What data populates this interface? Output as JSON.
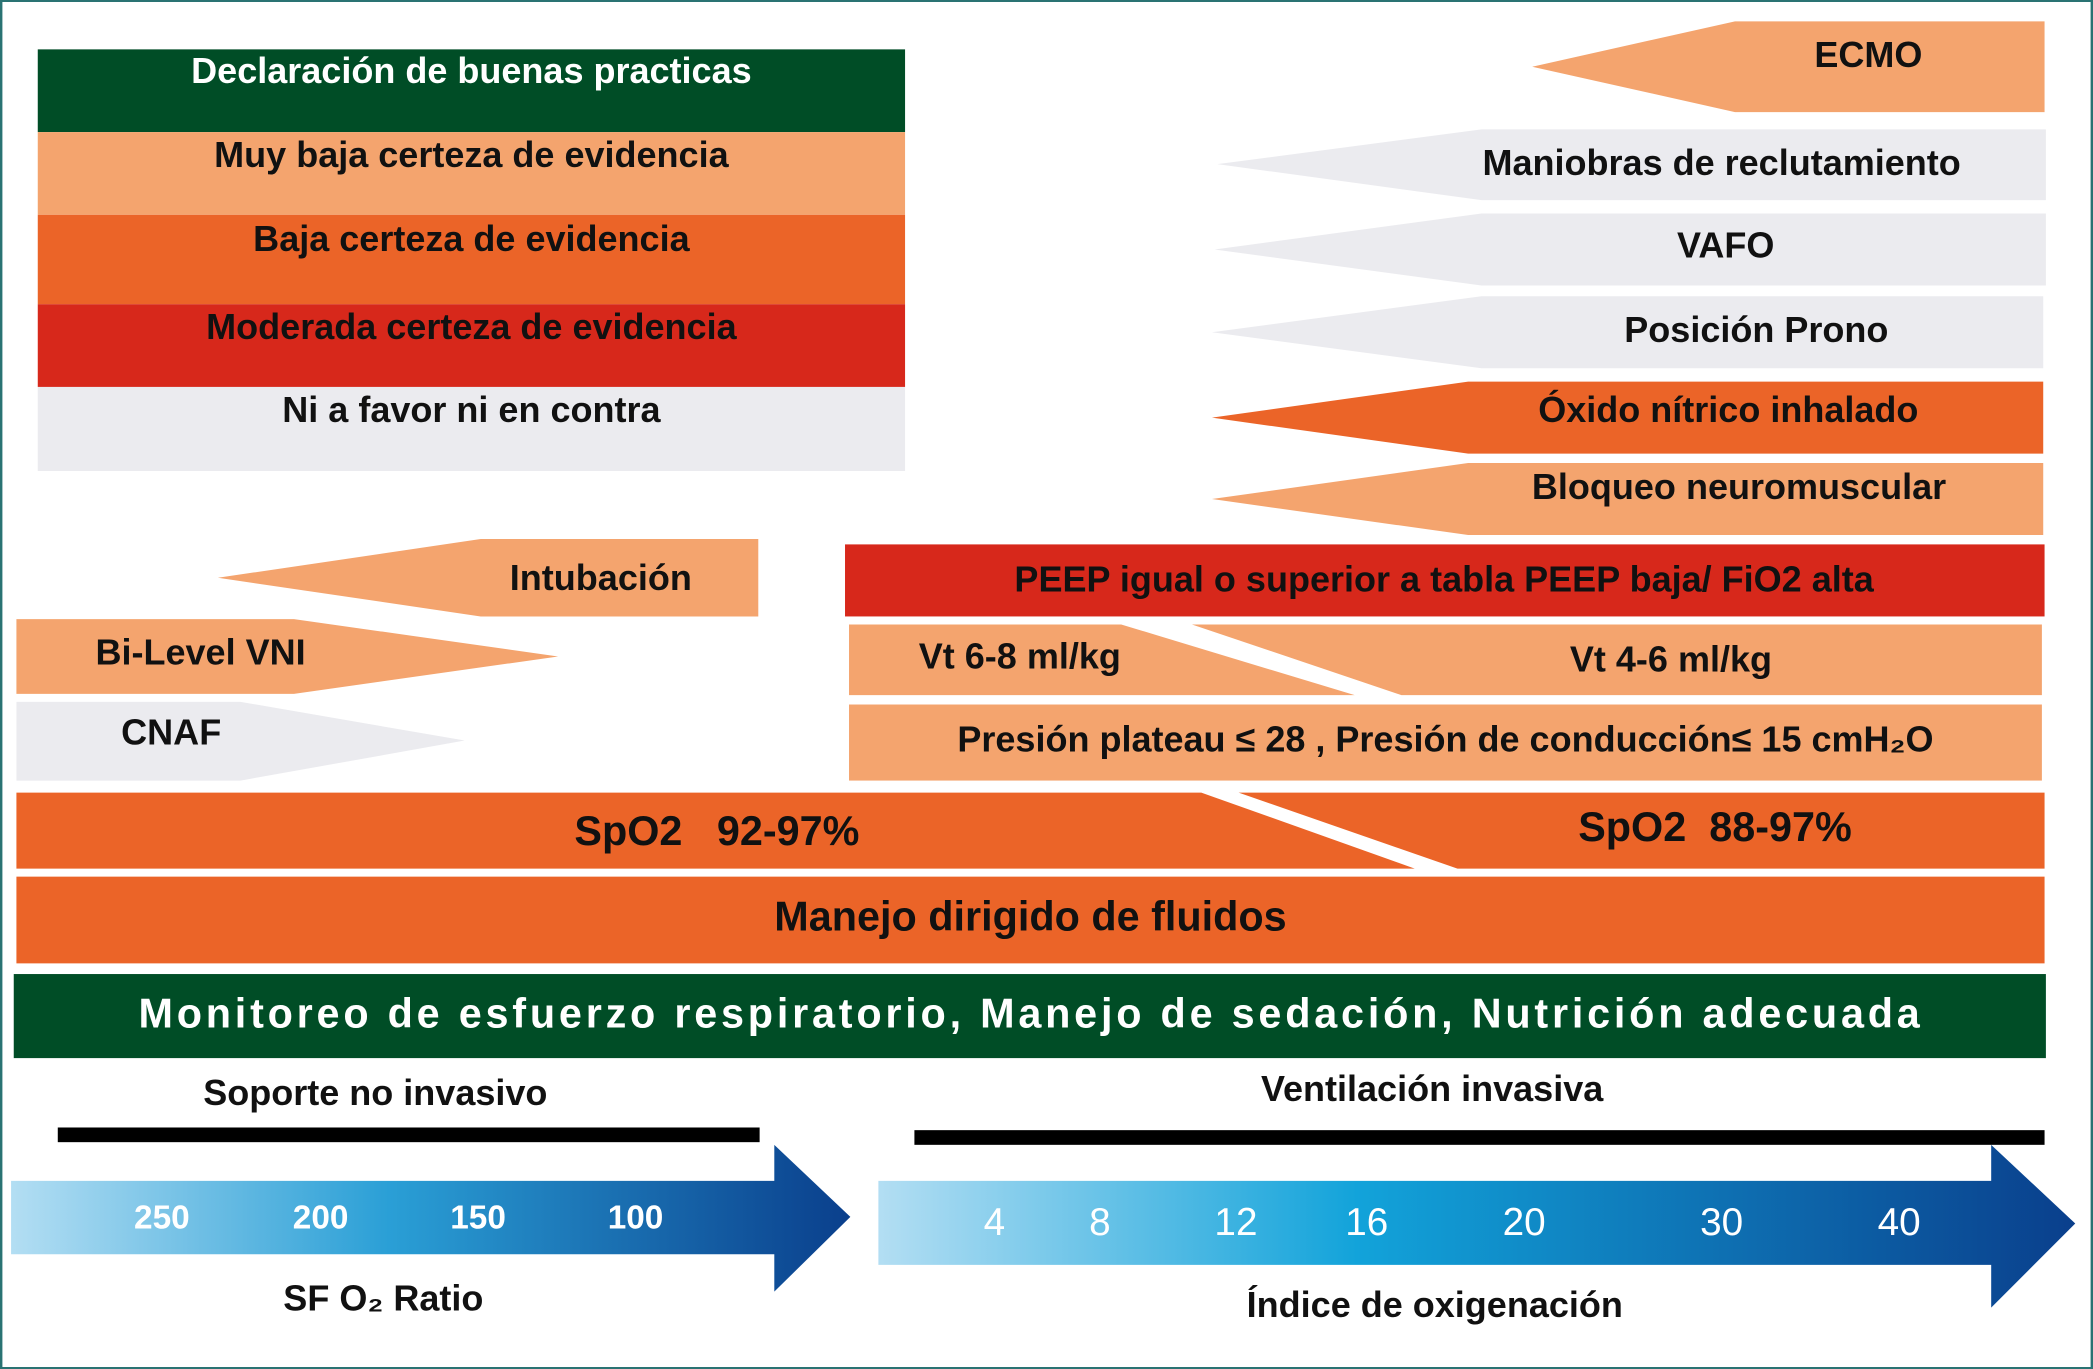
{
  "colors": {
    "dark_green": "#004d26",
    "light_orange": "#f4a46e",
    "orange": "#eb6428",
    "red": "#d7281b",
    "gray": "#ebebef",
    "frame": "#2a7373"
  },
  "legend": [
    {
      "label": "Declaración de buenas practicas",
      "color": "dark_green"
    },
    {
      "label": "Muy baja certeza de evidencia",
      "color": "light_orange"
    },
    {
      "label": "Baja certeza de evidencia",
      "color": "orange"
    },
    {
      "label": "Moderada certeza de evidencia",
      "color": "red"
    },
    {
      "label": "Ni a favor ni en contra",
      "color": "gray"
    }
  ],
  "rescue": {
    "ecmo": "ECMO",
    "maniobras": "Maniobras de reclutamiento",
    "vafo": "VAFO",
    "prono": "Posición Prono",
    "oxido": "Óxido nítrico inhalado",
    "bloqueo": "Bloqueo neuromuscular"
  },
  "noninvasive": {
    "intubacion": "Intubación",
    "bilevel": "Bi-Level  VNI",
    "cnaf": "CNAF"
  },
  "ventilation": {
    "peep": "PEEP igual o superior a tabla PEEP baja/ FiO2 alta",
    "vt_left": "Vt  6-8 ml/kg",
    "vt_right": "Vt 4-6 ml/kg",
    "presion": "Presión plateau ≤ 28 , Presión de conducción≤ 15 cmH₂O"
  },
  "common": {
    "spo2_left": "SpO2   92-97%",
    "spo2_right": "SpO2  88-97%",
    "fluidos": "Manejo dirigido de fluidos",
    "monitoreo": "Monitoreo de esfuerzo respiratorio, Manejo de sedación, Nutrición adecuada"
  },
  "scales": {
    "left": {
      "title": "Soporte no invasivo",
      "axis_label": "SF O₂ Ratio",
      "ticks": [
        "250",
        "200",
        "150",
        "100"
      ]
    },
    "right": {
      "title": "Ventilación invasiva",
      "axis_label": "Índice de oxigenación",
      "ticks": [
        "4",
        "8",
        "12",
        "16",
        "20",
        "30",
        "40"
      ]
    }
  }
}
